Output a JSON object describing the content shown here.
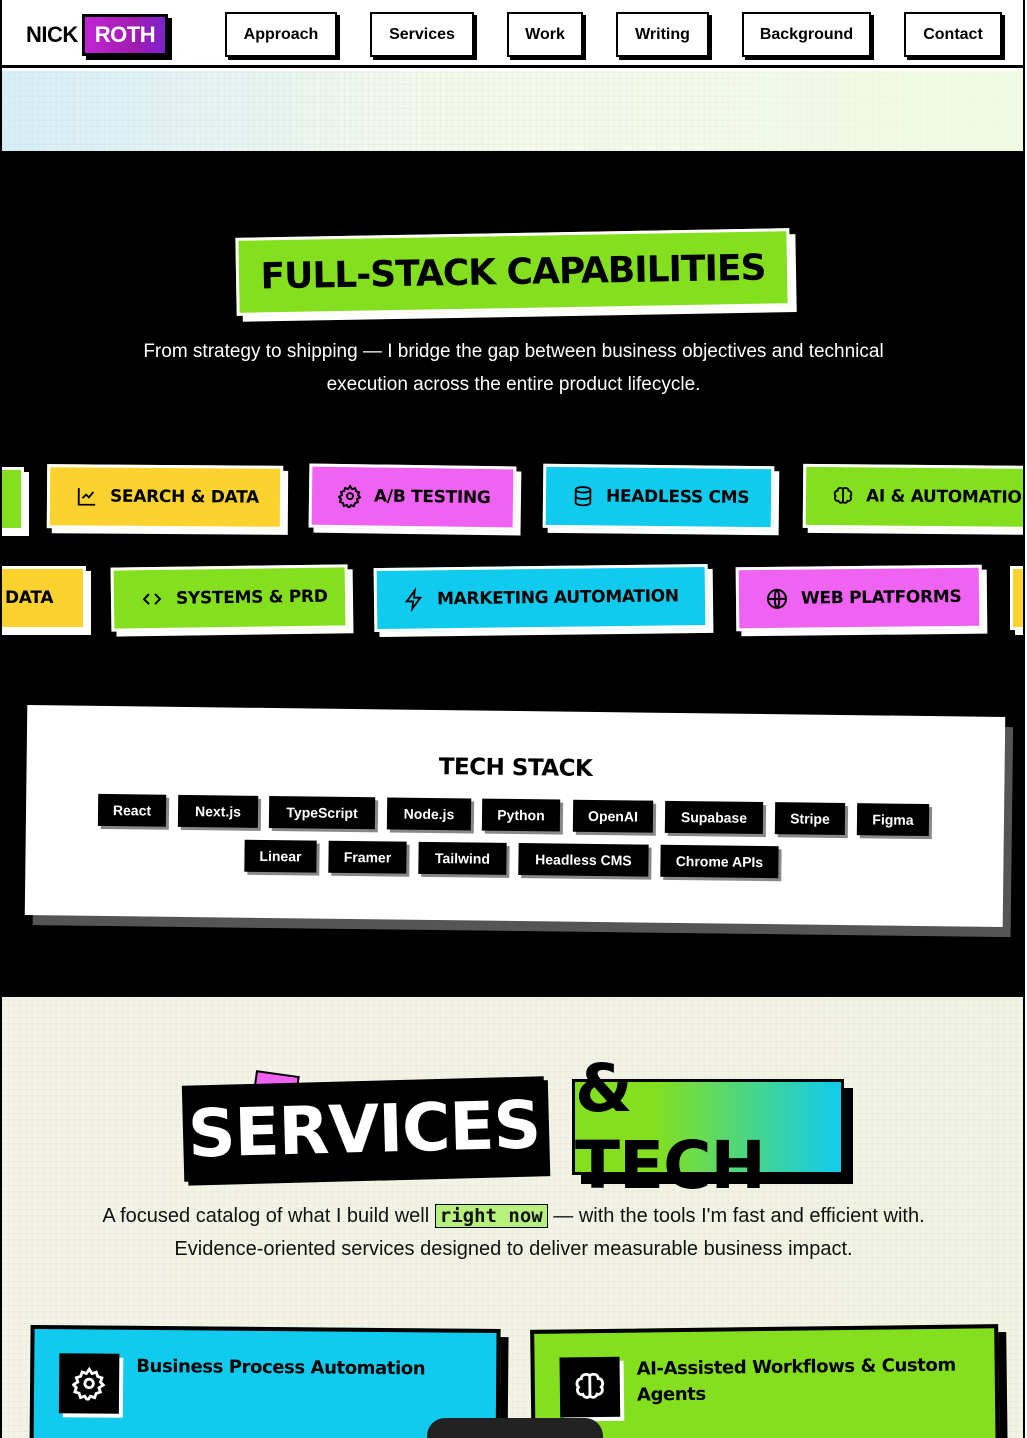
{
  "nav": {
    "logo_first": "NICK",
    "logo_second": "ROTH",
    "items": [
      "Approach",
      "Services",
      "Work",
      "Writing",
      "Background",
      "Contact"
    ]
  },
  "capabilities": {
    "title": "FULL-STACK CAPABILITIES",
    "subtitle": "From strategy to shipping — I bridge the gap between business objectives and technical execution across the entire product lifecycle.",
    "row1": [
      {
        "label": "SEARCH & DATA",
        "icon": "chart-icon",
        "color": "#fcd32e"
      },
      {
        "label": "A/B TESTING",
        "icon": "gear-icon",
        "color": "#f062f2"
      },
      {
        "label": "HEADLESS CMS",
        "icon": "database-icon",
        "color": "#10cbee"
      },
      {
        "label": "AI & AUTOMATION",
        "icon": "brain-icon",
        "color": "#84e01e"
      }
    ],
    "row2": [
      {
        "label": "DATA",
        "icon": "",
        "color": "#fcd32e"
      },
      {
        "label": "SYSTEMS & PRD",
        "icon": "code-icon",
        "color": "#84e01e"
      },
      {
        "label": "MARKETING AUTOMATION",
        "icon": "lightning-icon",
        "color": "#10cbee"
      },
      {
        "label": "WEB PLATFORMS",
        "icon": "globe-icon",
        "color": "#f062f2"
      }
    ]
  },
  "tech_stack": {
    "title": "TECH STACK",
    "tags": [
      "React",
      "Next.js",
      "TypeScript",
      "Node.js",
      "Python",
      "OpenAI",
      "Supabase",
      "Stripe",
      "Figma",
      "Linear",
      "Framer",
      "Tailwind",
      "Headless CMS",
      "Chrome APIs"
    ]
  },
  "services": {
    "title_left": "SERVICES",
    "title_right": "& TECH",
    "desc_before": "A focused catalog of what I build well ",
    "desc_code": "right now",
    "desc_after": " — with the tools I'm fast and efficient with.",
    "desc_line2": "Evidence-oriented services designed to deliver measurable business impact.",
    "cards": [
      {
        "title": "Business Process Automation",
        "icon": "gear-icon",
        "color": "#10cbee"
      },
      {
        "title": "AI-Assisted Workflows & Custom Agents",
        "icon": "brain-icon",
        "color": "#84e01e"
      }
    ]
  }
}
